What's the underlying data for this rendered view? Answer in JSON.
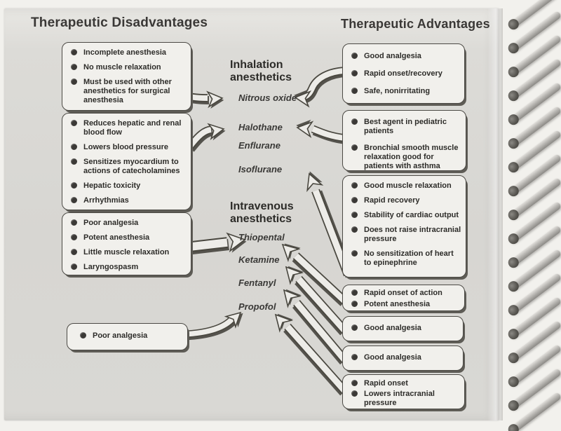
{
  "titles": {
    "left": "Therapeutic Disadvantages",
    "right": "Therapeutic Advantages"
  },
  "groups": {
    "inhalation": {
      "heading": "Inhalation anesthetics",
      "drugs": [
        "Nitrous oxide",
        "Halothane",
        "Enflurane",
        "Isoflurane"
      ]
    },
    "intravenous": {
      "heading": "Intravenous anesthetics",
      "drugs": [
        "Thiopental",
        "Ketamine",
        "Fentanyl",
        "Propofol"
      ]
    }
  },
  "disadvantages": [
    {
      "drug": "Nitrous oxide",
      "items": [
        "Incomplete anesthesia",
        "No muscle relaxation",
        "Must be used with other anesthetics for surgical anesthesia"
      ]
    },
    {
      "drug": "Halothane",
      "items": [
        "Reduces hepatic and renal blood flow",
        "Lowers blood pressure",
        "Sensitizes myocardium to actions of catecholamines",
        "Hepatic toxicity",
        "Arrhythmias"
      ]
    },
    {
      "drug": "Thiopental",
      "items": [
        "Poor analgesia",
        "Potent anesthesia",
        "Little muscle relaxation",
        "Laryngospasm"
      ]
    },
    {
      "drug": "Propofol",
      "items": [
        "Poor analgesia"
      ]
    }
  ],
  "advantages": [
    {
      "drug": "Nitrous oxide",
      "items": [
        "Good analgesia",
        "Rapid onset/recovery",
        "Safe, nonirritating"
      ]
    },
    {
      "drug": "Halothane",
      "items": [
        "Best agent in pediatric patients",
        "Bronchial smooth muscle relaxation good for patients with asthma"
      ]
    },
    {
      "drug": "Isoflurane",
      "items": [
        "Good muscle relaxation",
        "Rapid recovery",
        "Stability of cardiac output",
        "Does not raise intracranial pressure",
        "No sensitization of heart to epinephrine"
      ]
    },
    {
      "drug": "Thiopental",
      "items": [
        "Rapid onset of action",
        "Potent anesthesia"
      ]
    },
    {
      "drug": "Ketamine",
      "items": [
        "Good analgesia"
      ]
    },
    {
      "drug": "Fentanyl",
      "items": [
        "Good analgesia"
      ]
    },
    {
      "drug": "Propofol",
      "items": [
        "Rapid onset",
        "Lowers intracranial pressure"
      ]
    }
  ],
  "colors": {
    "page": "#d8d7d3",
    "box_fill": "#f1f0ec",
    "ink": "#2d2c29",
    "arrow_fill": "#edece8"
  }
}
